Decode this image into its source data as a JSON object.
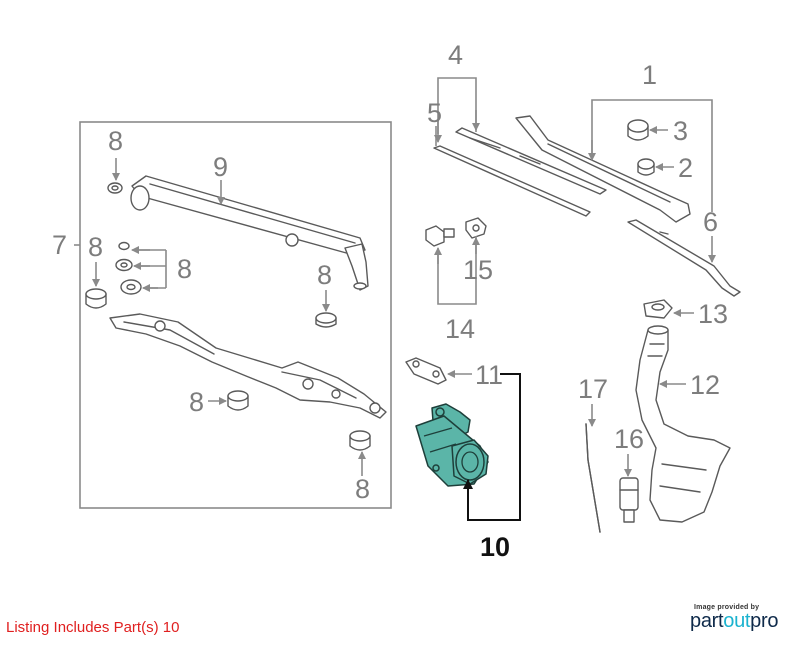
{
  "footer": {
    "listing_text": "Listing Includes Part(s) 10",
    "credit_small": "Image provided by",
    "credit_brand_part1": "part",
    "credit_brand_accent": "out",
    "credit_brand_part2": "pro"
  },
  "callouts": {
    "c1": "1",
    "c2": "2",
    "c3": "3",
    "c4": "4",
    "c5": "5",
    "c6": "6",
    "c7": "7",
    "c8a": "8",
    "c8b": "8",
    "c8c": "8",
    "c8d": "8",
    "c8e": "8",
    "c8f": "8",
    "c9": "9",
    "c10": "10",
    "c11": "11",
    "c12": "12",
    "c13": "13",
    "c14": "14",
    "c15": "15",
    "c16": "16",
    "c17": "17"
  },
  "colors": {
    "highlight_part": "#5bb5a8",
    "callout_text": "#7d7d7d",
    "selected_callout": "#111111",
    "listing_text": "#e02020",
    "brand_dark": "#0e2a4a",
    "brand_accent": "#1bb3cf"
  }
}
